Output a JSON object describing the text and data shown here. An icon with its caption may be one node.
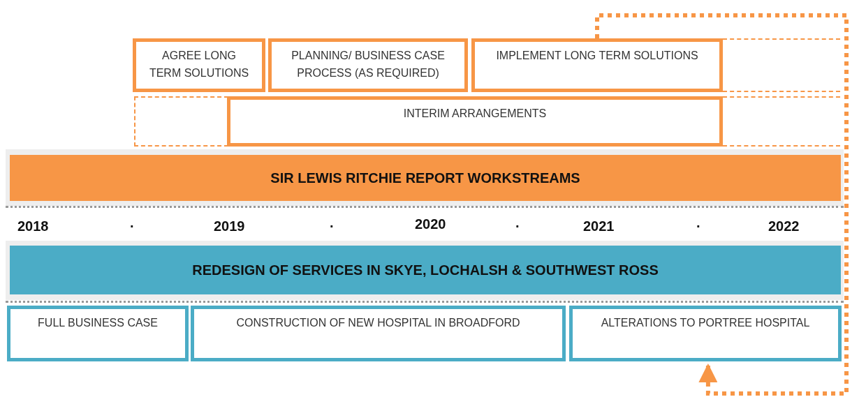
{
  "diagram": {
    "nodes": [
      {
        "text": [
          "AGREE LONG TERM SOLUTIONS"
        ]
      },
      {
        "text": [
          "PLANNING/ BUSINESS CASE PROCESS (AS REQUIRED)"
        ]
      },
      {
        "text": [
          "IMPLEMENT LONG TERM SOLUTIONS"
        ]
      },
      {
        "text": [],
        "shape": "box"
      },
      {
        "text": [],
        "shape": "box"
      },
      {
        "text": [
          "INTERIM ARRANGEMENTS"
        ]
      },
      {
        "text": [],
        "shape": "box"
      },
      {
        "text": [
          "SIR LEWIS RITCHIE REPORT WORKSTREAMS"
        ]
      },
      {
        "text": [
          "REDESIGN OF SERVICES IN SKYE, LOCHALSH & SOUTHWEST ROSS"
        ]
      },
      {
        "text": [
          "FULL BUSINESS CASE"
        ]
      },
      {
        "text": [
          "CONSTRUCTION OF NEW HOSPITAL IN BROADFORD"
        ]
      },
      {
        "text": [
          "ALTERATIONS TO PORTREE HOSPITAL"
        ]
      }
    ],
    "edges": [
      {
        "from": 2,
        "to": 11,
        "arrow": "to",
        "style": "dashed"
      }
    ],
    "labels": [
      "2018",
      "·",
      "2019",
      "·",
      "2020",
      "·",
      "2021",
      "·",
      "2022"
    ]
  }
}
